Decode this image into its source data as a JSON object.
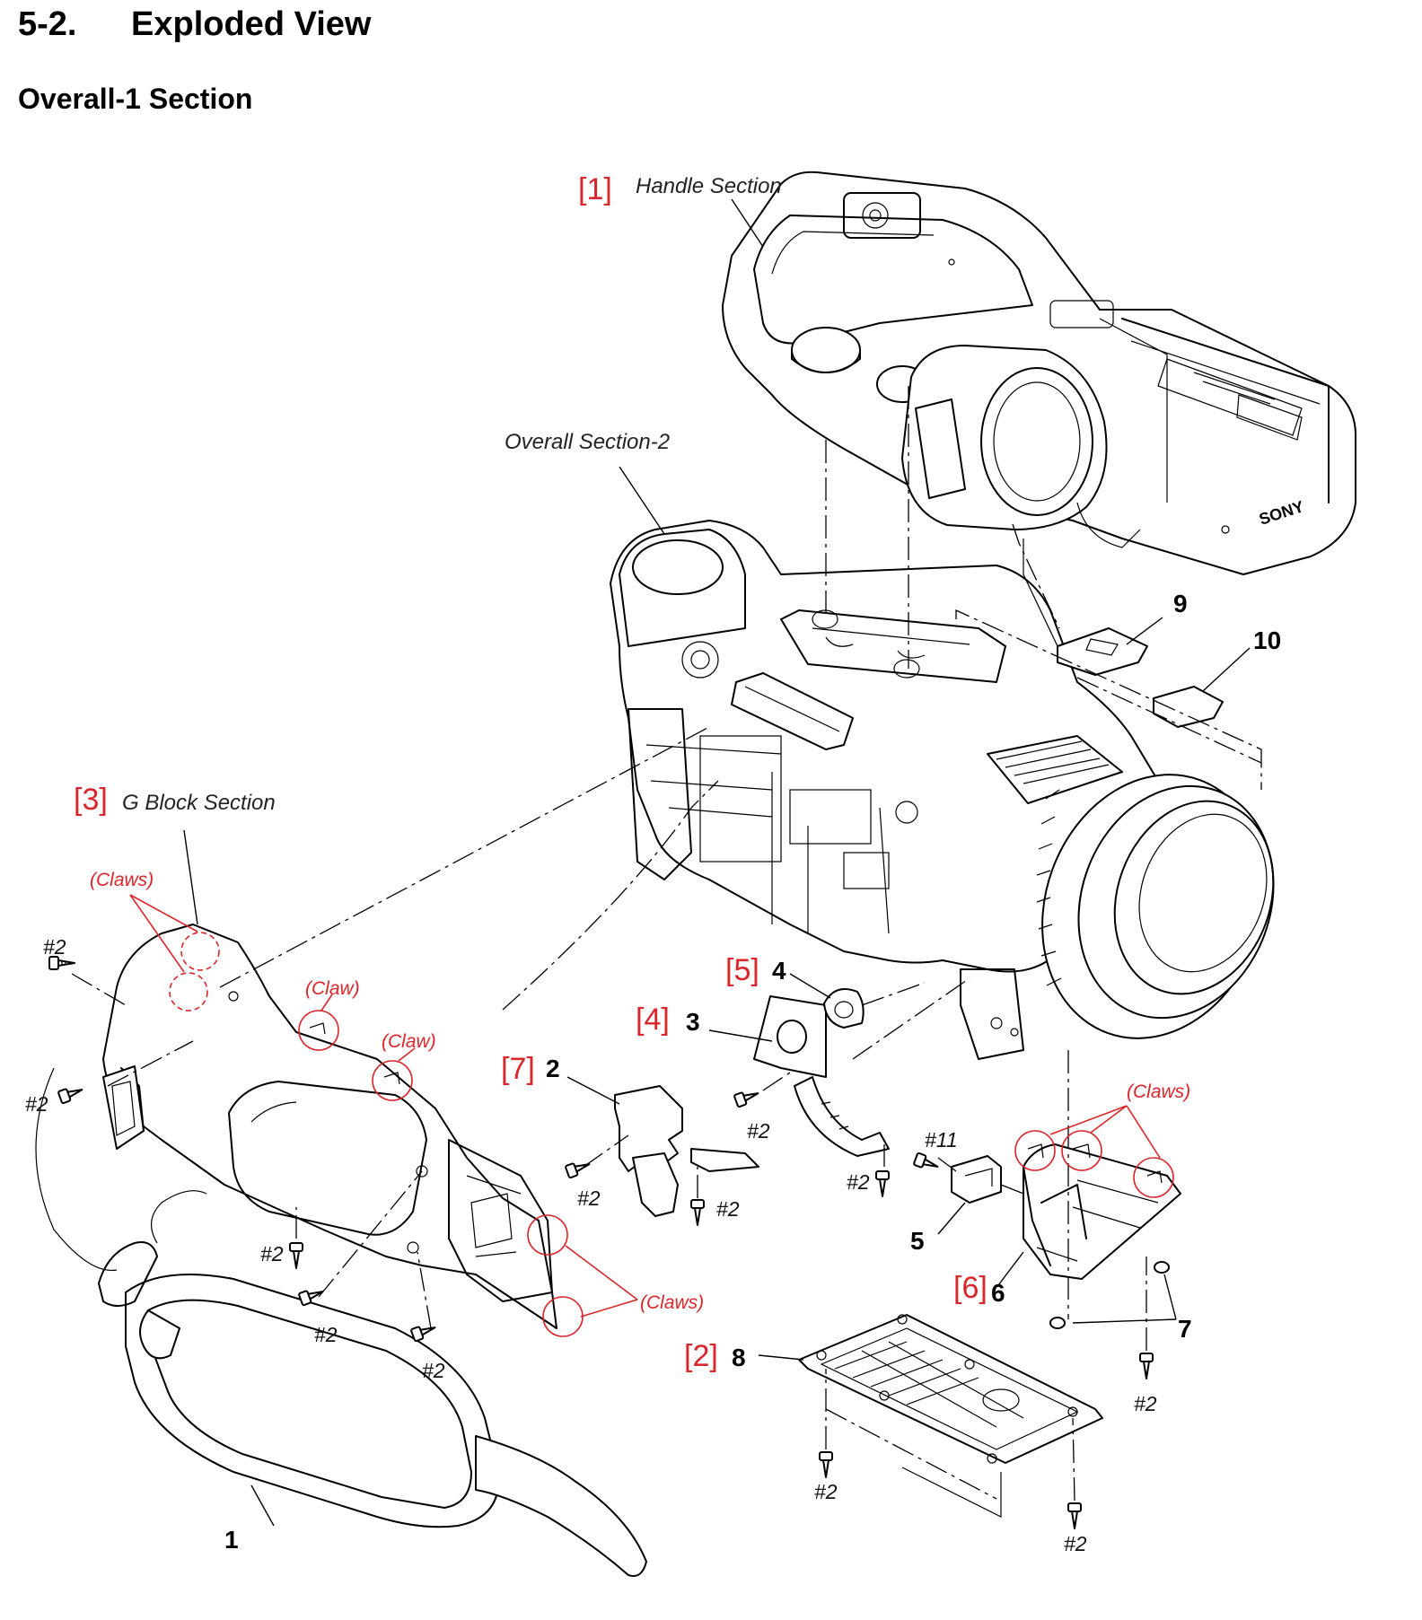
{
  "header": {
    "section_number": "5-2.",
    "section_title": "Exploded View",
    "subtitle": "Overall-1 Section"
  },
  "sections": [
    {
      "ref": "[1]",
      "label": "Handle Section"
    },
    {
      "ref": "[3]",
      "label": "G Block Section"
    }
  ],
  "overall_section_label": "Overall Section-2",
  "ref_labels": [
    "[5]",
    "[4]",
    "[7]",
    "[6]",
    "[2]"
  ],
  "part_numbers": [
    "1",
    "2",
    "3",
    "4",
    "5",
    "6",
    "7",
    "8",
    "9",
    "10"
  ],
  "claw_labels": {
    "claws": "(Claws)",
    "claw": "(Claw)"
  },
  "screw_labels": {
    "s2": "#2",
    "s11": "#11"
  },
  "brand_mark": "SONY"
}
